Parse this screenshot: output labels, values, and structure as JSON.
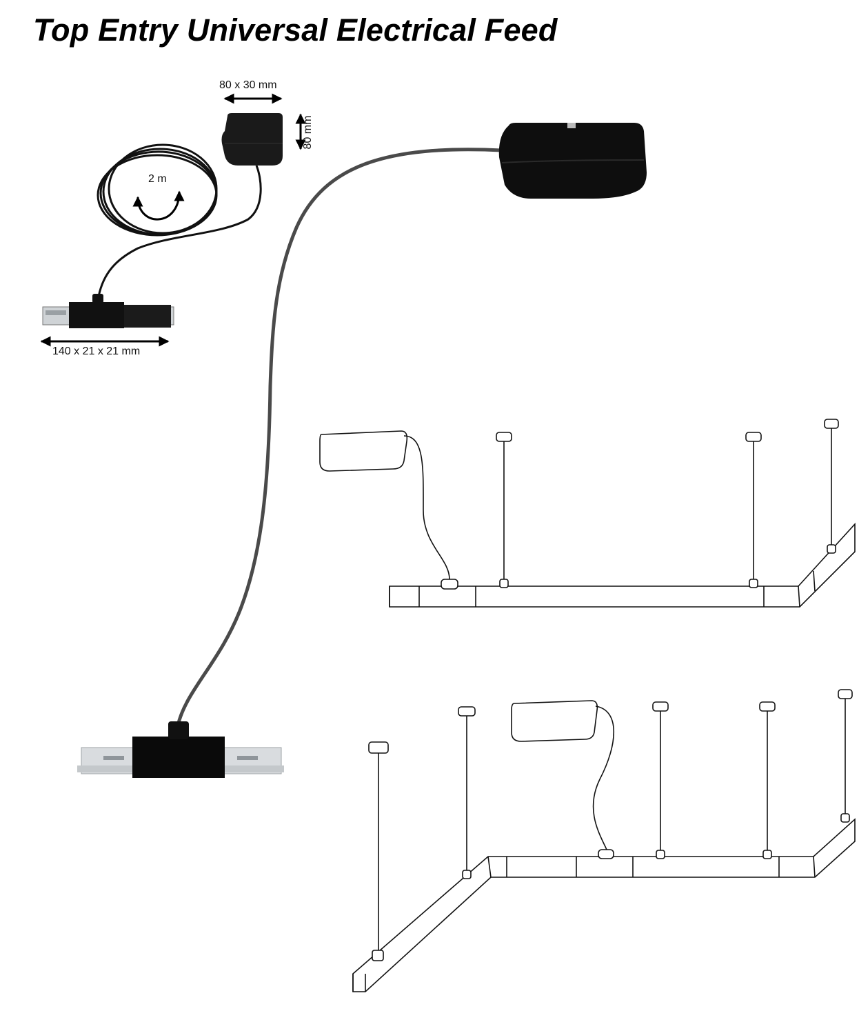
{
  "title": "Top Entry Universal Electrical Feed",
  "dimensions": {
    "box_width_depth": "80 x 30 mm",
    "box_height": "80 mm",
    "cable_length": "2 m",
    "connector_size": "140 x 21 x 21 mm"
  }
}
